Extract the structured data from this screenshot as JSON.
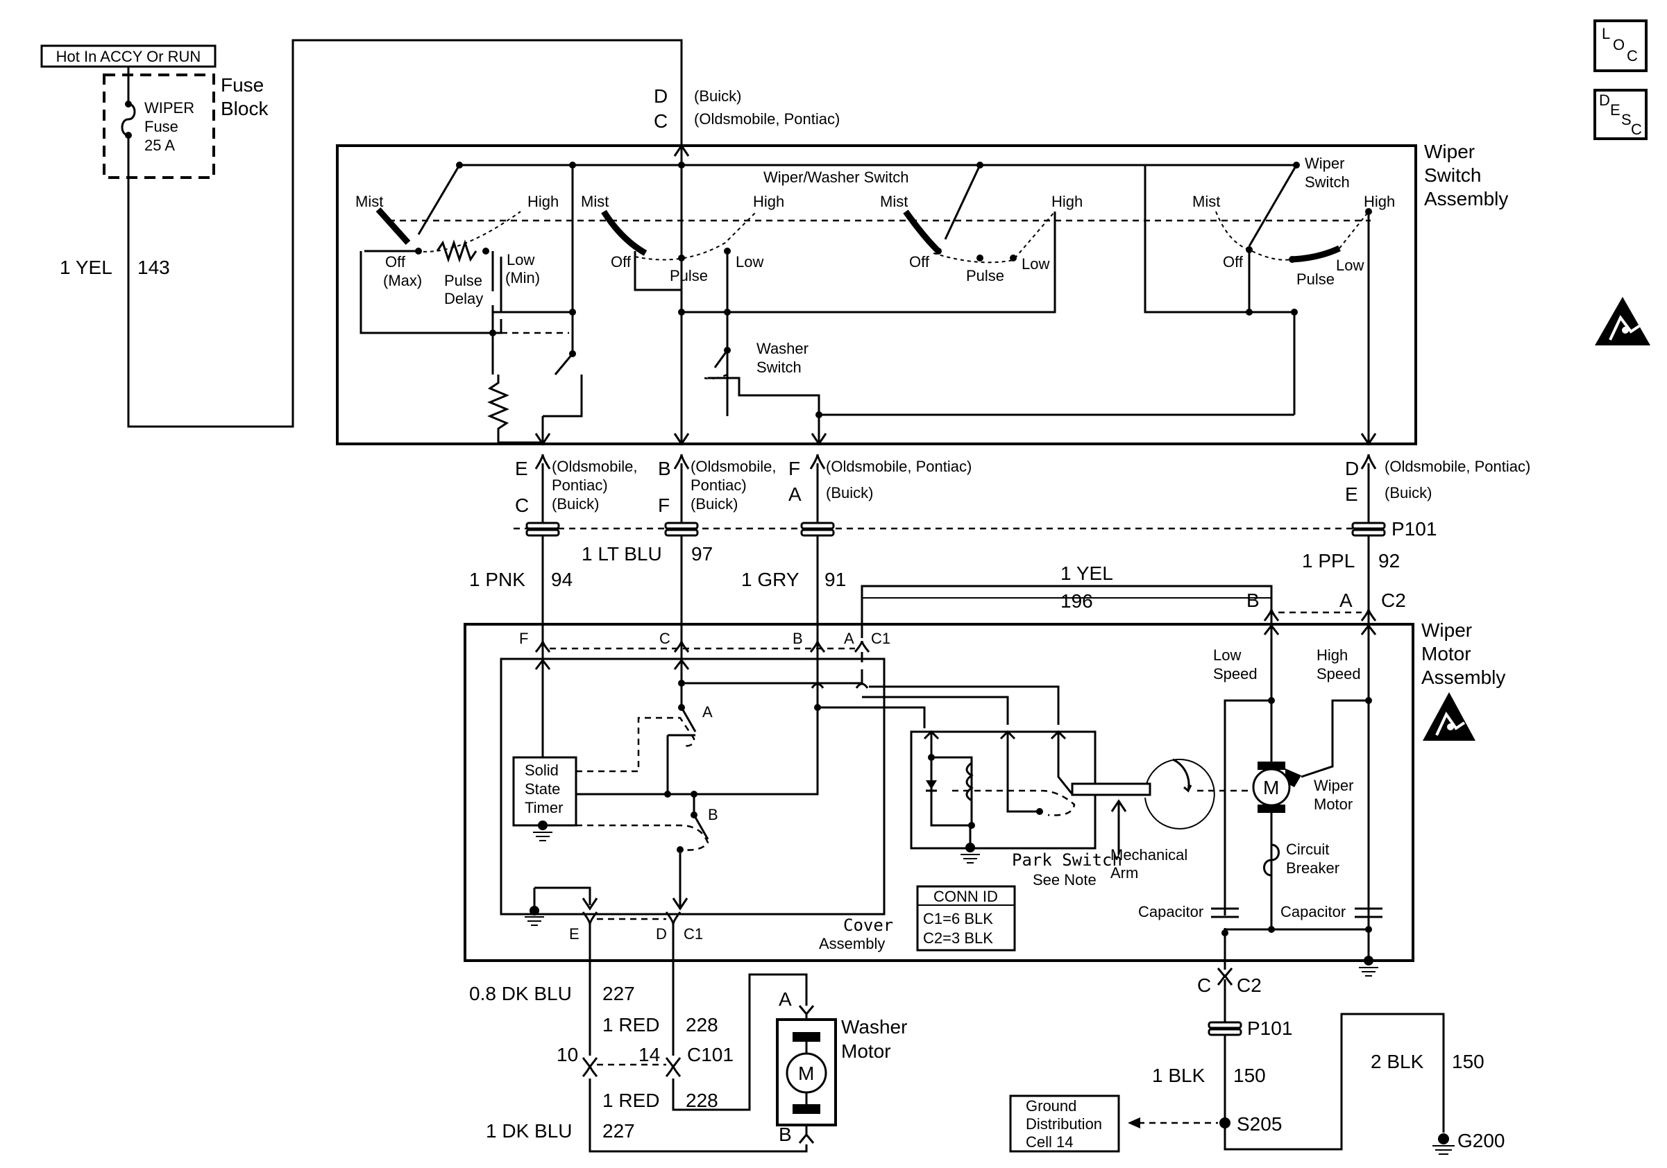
{
  "power": {
    "hot_label": "Hot In ACCY Or RUN",
    "fuse_block": [
      "Fuse",
      "Block"
    ],
    "fuse": [
      "WIPER",
      "Fuse",
      "25 A"
    ]
  },
  "feed_wire": {
    "color": "1 YEL",
    "circuit": "143"
  },
  "switch_assembly": {
    "title": [
      "Wiper",
      "Switch",
      "Assembly"
    ],
    "top_pins": {
      "p1": "D",
      "p2": "C",
      "note1": "(Buick)",
      "note2": "(Oldsmobile, Pontiac)"
    },
    "wiper_washer_switch": "Wiper/Washer Switch",
    "wiper_switch": [
      "Wiper",
      "Switch"
    ],
    "washer_switch": [
      "Washer",
      "Switch"
    ],
    "positions": {
      "mist": "Mist",
      "high": "High",
      "off": "Off",
      "pulse": "Pulse",
      "low": "Low",
      "off_max": [
        "Off",
        "(Max)"
      ],
      "low_min": [
        "Low",
        "(Min)"
      ],
      "pulse_delay": [
        "Pulse",
        "Delay"
      ]
    }
  },
  "switch_connectors": [
    {
      "pin1": "E",
      "pin2": "C",
      "note": [
        "(Oldsmobile,",
        "Pontiac)",
        "(Buick)"
      ]
    },
    {
      "pin1": "B",
      "pin2": "F",
      "note": [
        "(Oldsmobile,",
        "Pontiac)",
        "(Buick)"
      ]
    },
    {
      "pin1": "F",
      "pin2": "A",
      "note": [
        "(Oldsmobile, Pontiac)",
        "(Buick)"
      ]
    },
    {
      "pin1": "D",
      "pin2": "E",
      "note": [
        "(Oldsmobile, Pontiac)",
        "(Buick)"
      ]
    }
  ],
  "p101_top": "P101",
  "wires": [
    {
      "color": "1 PNK",
      "circuit": "94"
    },
    {
      "color": "1 LT BLU",
      "circuit": "97"
    },
    {
      "color": "1 GRY",
      "circuit": "91"
    },
    {
      "color": "1 YEL",
      "circuit": "196"
    },
    {
      "color": "1 PPL",
      "circuit": "92"
    }
  ],
  "c2_top": {
    "b": "B",
    "a": "A",
    "c2": "C2"
  },
  "motor_assembly": {
    "title": [
      "Wiper",
      "Motor",
      "Assembly"
    ],
    "c1_pins": [
      "F",
      "C",
      "B",
      "A",
      "C1"
    ],
    "relay_a": "A",
    "relay_b": "B",
    "timer": [
      "Solid",
      "State",
      "Timer"
    ],
    "park_switch": "Park Switch",
    "see_note": "See Note",
    "mech_arm": [
      "Mechanical",
      "Arm"
    ],
    "low_speed": [
      "Low",
      "Speed"
    ],
    "high_speed": [
      "High",
      "Speed"
    ],
    "wiper_motor": [
      "Wiper",
      "Motor"
    ],
    "circuit_breaker": [
      "Circuit",
      "Breaker"
    ],
    "capacitor": "Capacitor",
    "cover": [
      "Cover",
      "Assembly"
    ],
    "conn_id": [
      "CONN ID",
      "C1=6 BLK",
      "C2=3 BLK"
    ],
    "motor_symbol": "M",
    "bottom_pins": {
      "e": "E",
      "d": "D",
      "c1": "C1"
    }
  },
  "washer_circuit": {
    "dk_blu_top": {
      "color": "0.8 DK BLU",
      "circuit": "227"
    },
    "red_top": {
      "color": "1 RED",
      "circuit": "228"
    },
    "c101": {
      "p10": "10",
      "p14": "14",
      "name": "C101"
    },
    "red_bottom": {
      "color": "1 RED",
      "circuit": "228"
    },
    "dk_blu_bottom": {
      "color": "1 DK BLU",
      "circuit": "227"
    },
    "washer_motor": [
      "Washer",
      "Motor"
    ],
    "pin_a": "A",
    "pin_b": "B",
    "motor_symbol": "M"
  },
  "ground_circuit": {
    "pins": {
      "c": "C",
      "c2": "C2"
    },
    "p101": "P101",
    "blk1": {
      "color": "1 BLK",
      "circuit": "150"
    },
    "blk2": {
      "color": "2 BLK",
      "circuit": "150"
    },
    "s205": "S205",
    "g200": "G200",
    "gdc": [
      "Ground",
      "Distribution",
      "Cell 14"
    ]
  },
  "side_icons": {
    "loc": [
      "L",
      "O",
      "C"
    ],
    "desc": [
      "D",
      "E",
      "S",
      "C"
    ]
  }
}
